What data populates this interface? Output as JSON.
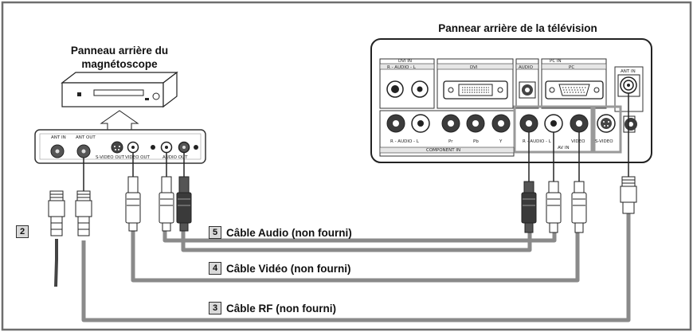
{
  "tv_panel": {
    "title": "Pannear arrière de la télévision",
    "dvi_in": "DVI IN",
    "audio_rl": "R - AUDIO - L",
    "dvi": "DVI",
    "pc_in": "PC IN",
    "audio": "AUDIO",
    "pc": "PC",
    "ant_in": "ANT IN",
    "component_in": "COMPONENT IN",
    "component_pr": "Pr",
    "component_pb": "Pb",
    "component_y": "Y",
    "av_in": "AV IN",
    "video": "VIDEO",
    "s_video": "S-VIDEO"
  },
  "vcr_panel": {
    "title": "Panneau arrière du magnétoscope",
    "ant_in": "ANT IN",
    "ant_out": "ANT OUT",
    "s_video_out": "S-VIDEO OUT",
    "video_out": "VIDEO OUT",
    "audio_out": "AUDIO OUT"
  },
  "cables": [
    {
      "number": "5",
      "label": "Câble Audio (non fourni)"
    },
    {
      "number": "4",
      "label": "Câble Vidéo (non fourni)"
    },
    {
      "number": "3",
      "label": "Câble RF (non fourni)"
    }
  ],
  "antenna_step": "2",
  "colors": {
    "frame": "#6e6e6e",
    "cable": "#8a8a8a",
    "jack_white": "#ffffff",
    "jack_dark": "#3a3a3a",
    "jack_red": "#4a4a4a"
  }
}
